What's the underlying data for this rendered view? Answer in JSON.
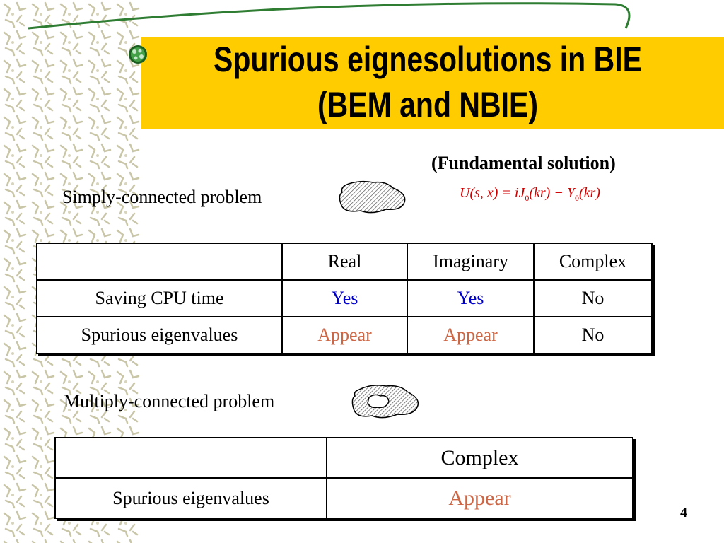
{
  "title": {
    "line1": "Spurious eignesolutions in BIE",
    "line2": "(BEM and NBIE)"
  },
  "fundamental": {
    "label": "(Fundamental solution)",
    "formula_lhs": "U(s, x) = iJ",
    "formula_sub1": "0",
    "formula_mid": "(kr) − Y",
    "formula_sub2": "0",
    "formula_rhs": "(kr)"
  },
  "simply": {
    "label": "Simply-connected problem",
    "headers": [
      "",
      "Real",
      "Imaginary",
      "Complex"
    ],
    "rows": [
      {
        "label": "Saving CPU time",
        "real": "Yes",
        "imaginary": "Yes",
        "complex": "No"
      },
      {
        "label": "Spurious eigenvalues",
        "real": "Appear",
        "imaginary": "Appear",
        "complex": "No"
      }
    ]
  },
  "multiply": {
    "label": "Multiply-connected problem",
    "header": "Complex",
    "row_label": "Spurious eigenvalues",
    "row_value": "Appear"
  },
  "page_number": "4",
  "colors": {
    "title_band": "#FFCC00",
    "arc": "#2E7D32",
    "yes": "#0000CC",
    "appear": "#CC6644",
    "formula": "#CC0000"
  },
  "icons": [
    "green-ball-bullet-icon",
    "simply-connected-domain-icon",
    "multiply-connected-domain-icon"
  ]
}
